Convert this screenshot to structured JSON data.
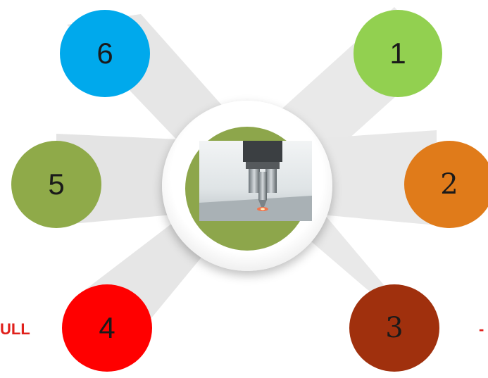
{
  "nodes": [
    {
      "label": "1",
      "color": "#92d050"
    },
    {
      "label": "2",
      "color": "#e07b1a"
    },
    {
      "label": "3",
      "color": "#a0300d"
    },
    {
      "label": "4",
      "color": "#ff0000"
    },
    {
      "label": "5",
      "color": "#8faa49"
    },
    {
      "label": "6",
      "color": "#00a9ec"
    }
  ],
  "hub": {
    "image": "laser-cutting-head-photo",
    "ring_color": "#8da64b"
  },
  "edge_text": {
    "left": "ULL",
    "right": "-"
  }
}
